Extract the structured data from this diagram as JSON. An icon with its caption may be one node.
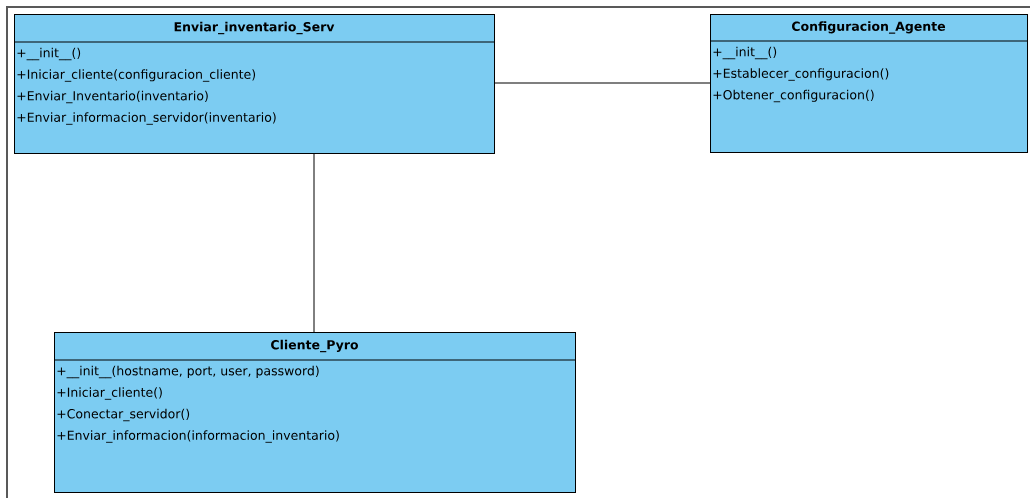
{
  "diagram": {
    "nodes": [
      {
        "text": [
          "Enviar_inventario_Serv",
          "+__init__()",
          "+Iniciar_cliente(configuracion_cliente)",
          "+Enviar_Inventario(inventario)",
          "+Enviar_informacion_servidor(inventario)"
        ]
      },
      {
        "text": [
          "Configuracion_Agente",
          "+__init__()",
          "+Establecer_configuracion()",
          "+Obtener_configuracion()"
        ]
      },
      {
        "text": [
          "Cliente_Pyro",
          "+__init__(hostname, port, user, password)",
          "+Iniciar_cliente()",
          "+Conectar_servidor()",
          "+Enviar_informacion(informacion_inventario)"
        ]
      }
    ],
    "edges": [
      {
        "from": 0,
        "to": 1,
        "arrow": "none"
      },
      {
        "from": 0,
        "to": 2,
        "arrow": "none"
      }
    ]
  }
}
